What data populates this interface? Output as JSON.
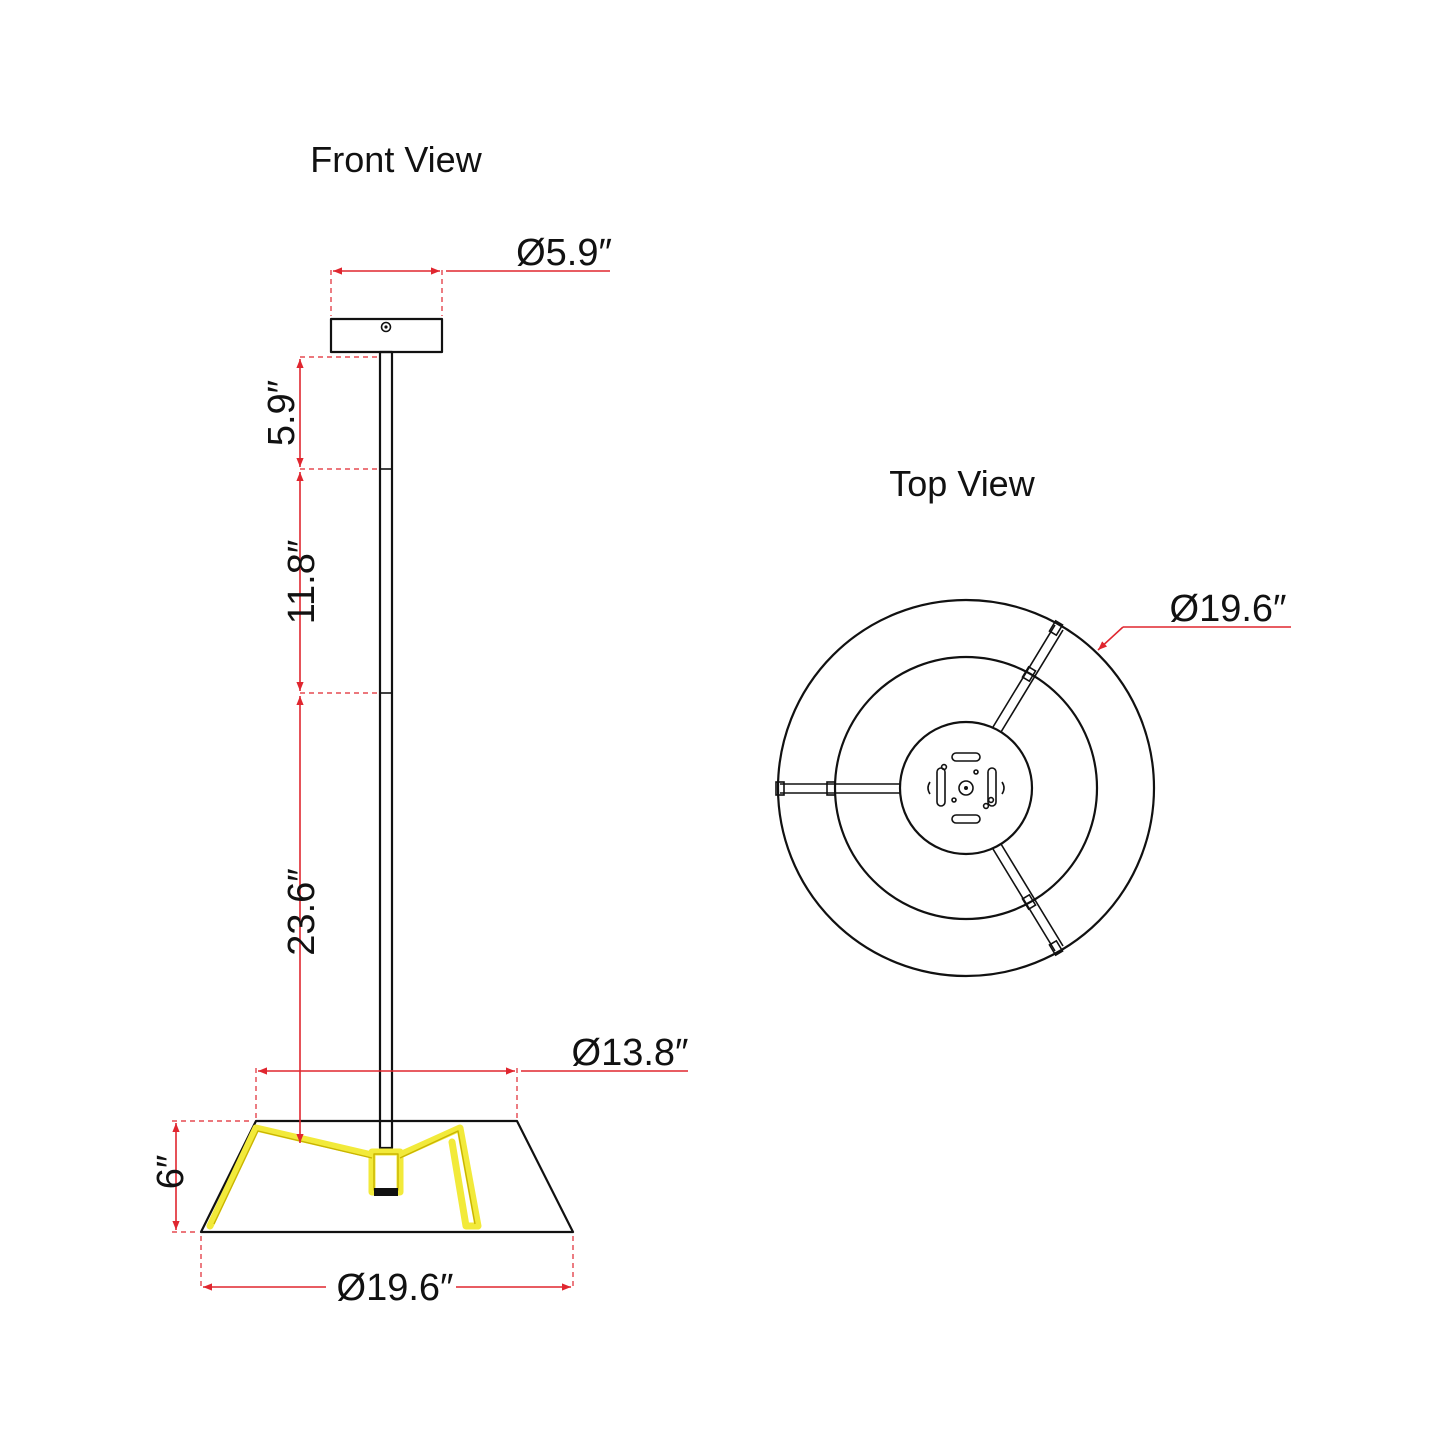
{
  "views": {
    "front_title": "Front View",
    "top_title": "Top View"
  },
  "dimensions": {
    "canopy_diameter": "Ø5.9″",
    "rod_top_segment": "5.9″",
    "rod_middle_segment": "11.8″",
    "rod_bottom_segment": "23.6″",
    "shade_top_diameter": "Ø13.8″",
    "shade_height": "6″",
    "shade_bottom_diameter": "Ø19.6″",
    "top_view_diameter": "Ø19.6″"
  },
  "colors": {
    "dimension_line": "#e0262f",
    "outline": "#111111",
    "light_source": "#f2ea3a"
  }
}
